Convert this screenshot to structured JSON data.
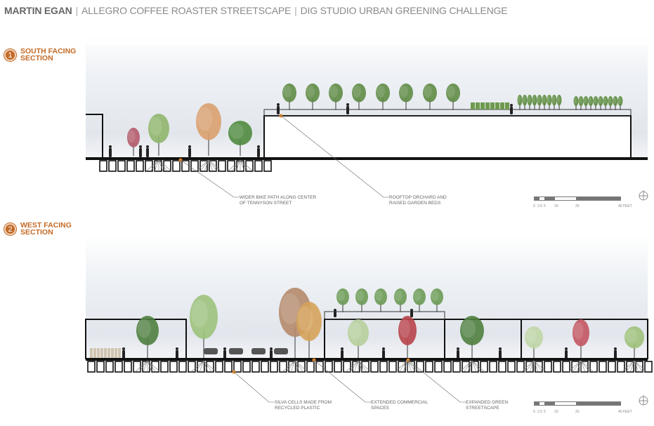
{
  "header": {
    "author": "MARTIN EGAN",
    "project": "ALLEGRO COFFEE ROASTER STREETSCAPE",
    "program": "DIG STUDIO URBAN GREENING CHALLENGE"
  },
  "sections": [
    {
      "number": "1",
      "title": "SOUTH FACING SECTION",
      "callouts": [
        "WIDER BIKE PATH ALONG CENTER OF TENNYSON STREET",
        "ROOFTOP ORCHARD AND RAISED GARDEN BEDS"
      ]
    },
    {
      "number": "2",
      "title": "WEST FACING SECTION",
      "callouts": [
        "SILVA CELLS MADE FROM RECYCLED PLASTIC",
        "EXTENDED COMMERCIAL SPACES",
        "EXPANDED GREEN STREETSCAPE"
      ]
    }
  ],
  "scale_bar": {
    "ticks": [
      "0",
      "2.5",
      "5",
      "10",
      "20",
      "40 FEET"
    ]
  },
  "colors": {
    "accent": "#c26a26",
    "text": "#666666"
  }
}
